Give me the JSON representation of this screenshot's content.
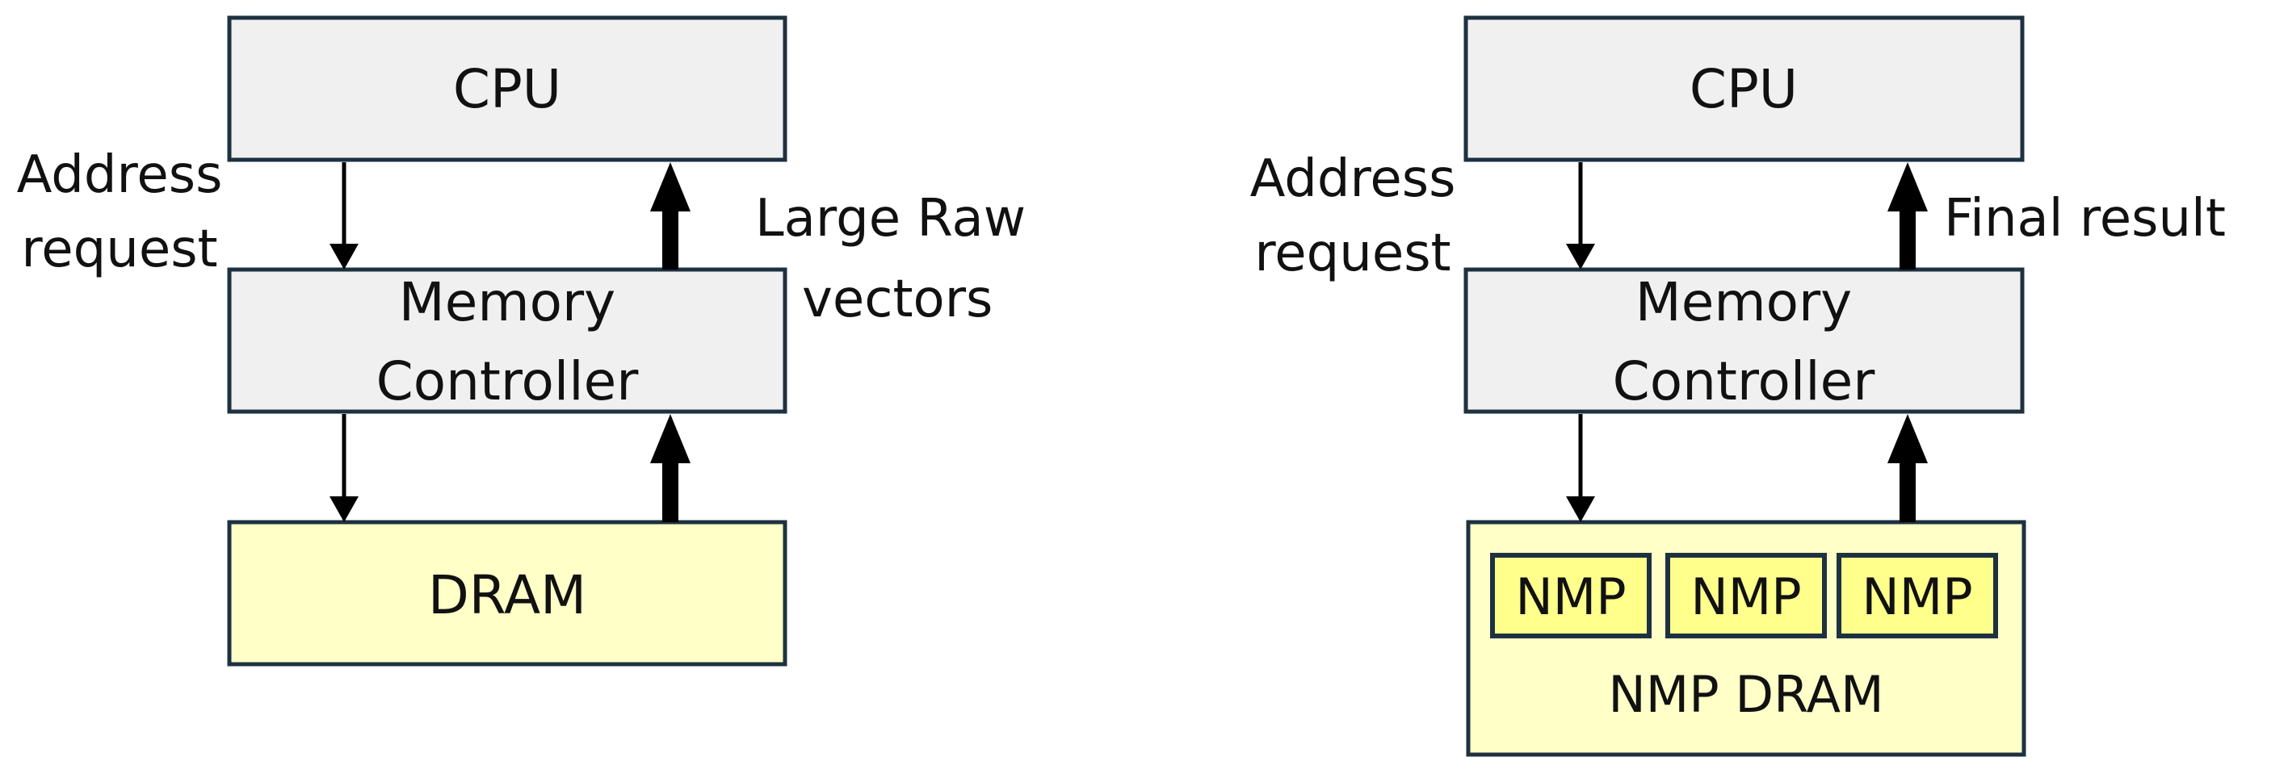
{
  "colors": {
    "box_fill": "#f0f0f0",
    "dram_fill": "#ffffc8",
    "nmp_fill": "#ffff8c",
    "stroke": "#1d3140",
    "arrow": "#000000"
  },
  "left": {
    "cpu": "CPU",
    "mc_line1": "Memory",
    "mc_line2": "Controller",
    "dram": "DRAM",
    "addr_line1": "Address",
    "addr_line2": "request",
    "return_line1": "Large Raw",
    "return_line2": "vectors"
  },
  "right": {
    "cpu": "CPU",
    "mc_line1": "Memory",
    "mc_line2": "Controller",
    "dram": "NMP DRAM",
    "addr_line1": "Address",
    "addr_line2": "request",
    "return_line1": "Final result",
    "nmp_units": [
      "NMP",
      "NMP",
      "NMP"
    ]
  }
}
